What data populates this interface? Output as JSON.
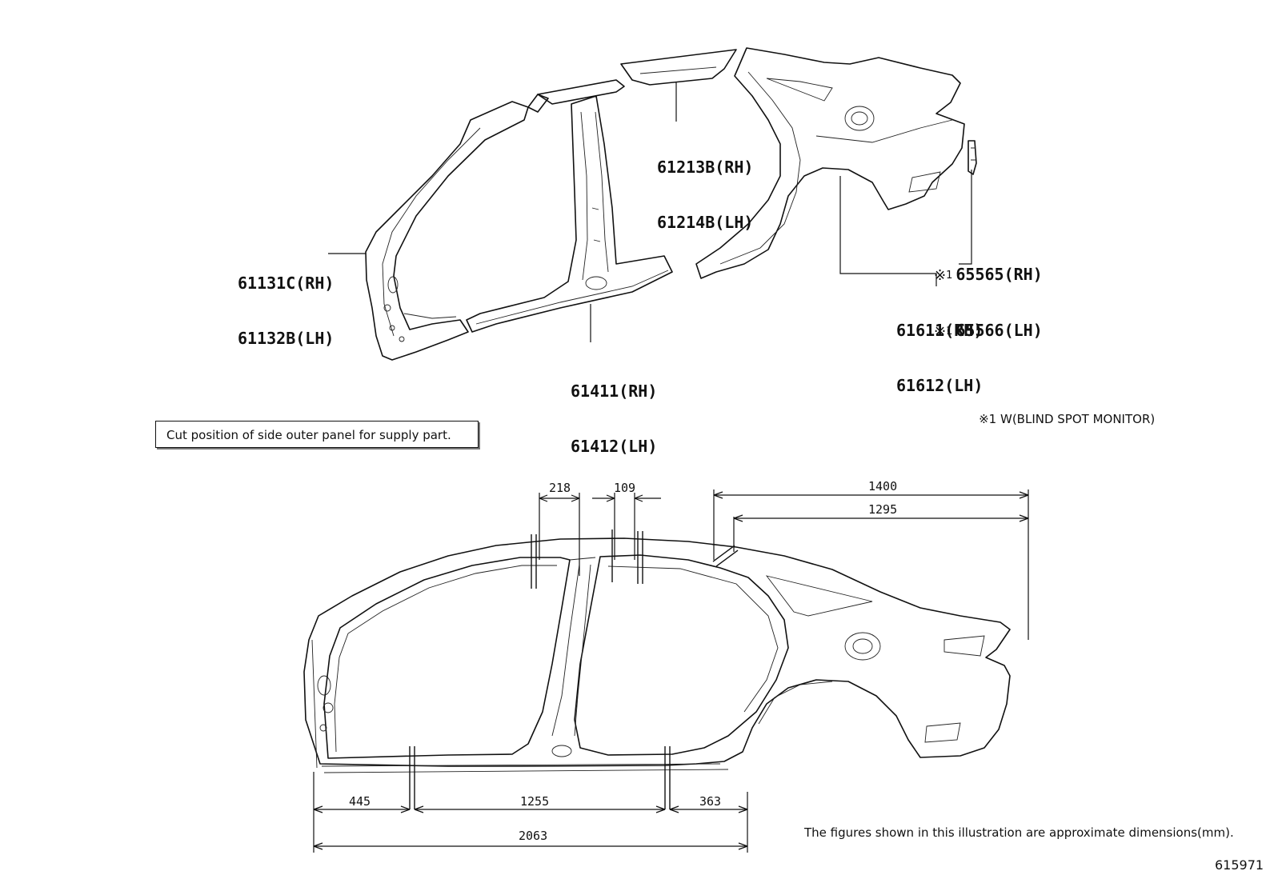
{
  "part_labels": {
    "roof_rail": [
      "61213B(RH)",
      "61214B(LH)"
    ],
    "front_pillar": [
      "61131C(RH)",
      "61132B(LH)"
    ],
    "rocker": [
      "61411(RH)",
      "61412(LH)"
    ],
    "bracket": {
      "mark": "※",
      "mark_index": "1",
      "lines": [
        "65565(RH)",
        "65566(LH)"
      ]
    },
    "quarter_panel": [
      "61611(RH)",
      "61612(LH)"
    ]
  },
  "footnote": {
    "mark": "※",
    "index": "1",
    "text": "W(BLIND SPOT MONITOR)"
  },
  "cut_position_note": "Cut position of side outer panel for supply part.",
  "dimensions": {
    "top": [
      "218",
      "109",
      "1400",
      "1295"
    ],
    "bottom": [
      "445",
      "1255",
      "363",
      "2063"
    ]
  },
  "approx_note": "The figures shown in this illustration are approximate dimensions(mm).",
  "illustration_number": "615971",
  "colors": {
    "line": "#111111",
    "background": "#ffffff"
  }
}
